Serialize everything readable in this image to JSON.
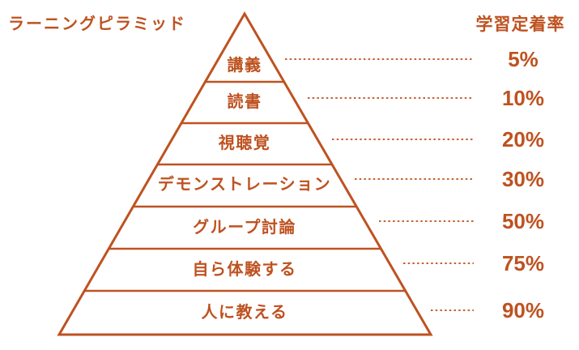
{
  "title": "ラーニングピラミッド",
  "retention_header": "学習定着率",
  "accent_color": "#BE5220",
  "chart_data": {
    "type": "pyramid",
    "title": "ラーニングピラミッド",
    "value_column_label": "学習定着率",
    "levels": [
      {
        "label": "講義",
        "retention": "5%"
      },
      {
        "label": "読書",
        "retention": "10%"
      },
      {
        "label": "視聴覚",
        "retention": "20%"
      },
      {
        "label": "デモンストレーション",
        "retention": "30%"
      },
      {
        "label": "グループ討論",
        "retention": "50%"
      },
      {
        "label": "自ら体験する",
        "retention": "75%"
      },
      {
        "label": "人に教える",
        "retention": "90%"
      }
    ],
    "layout_hint": "pyramid apex at top; dotted leader lines connect each tier's right edge to its retention percentage on the right"
  }
}
